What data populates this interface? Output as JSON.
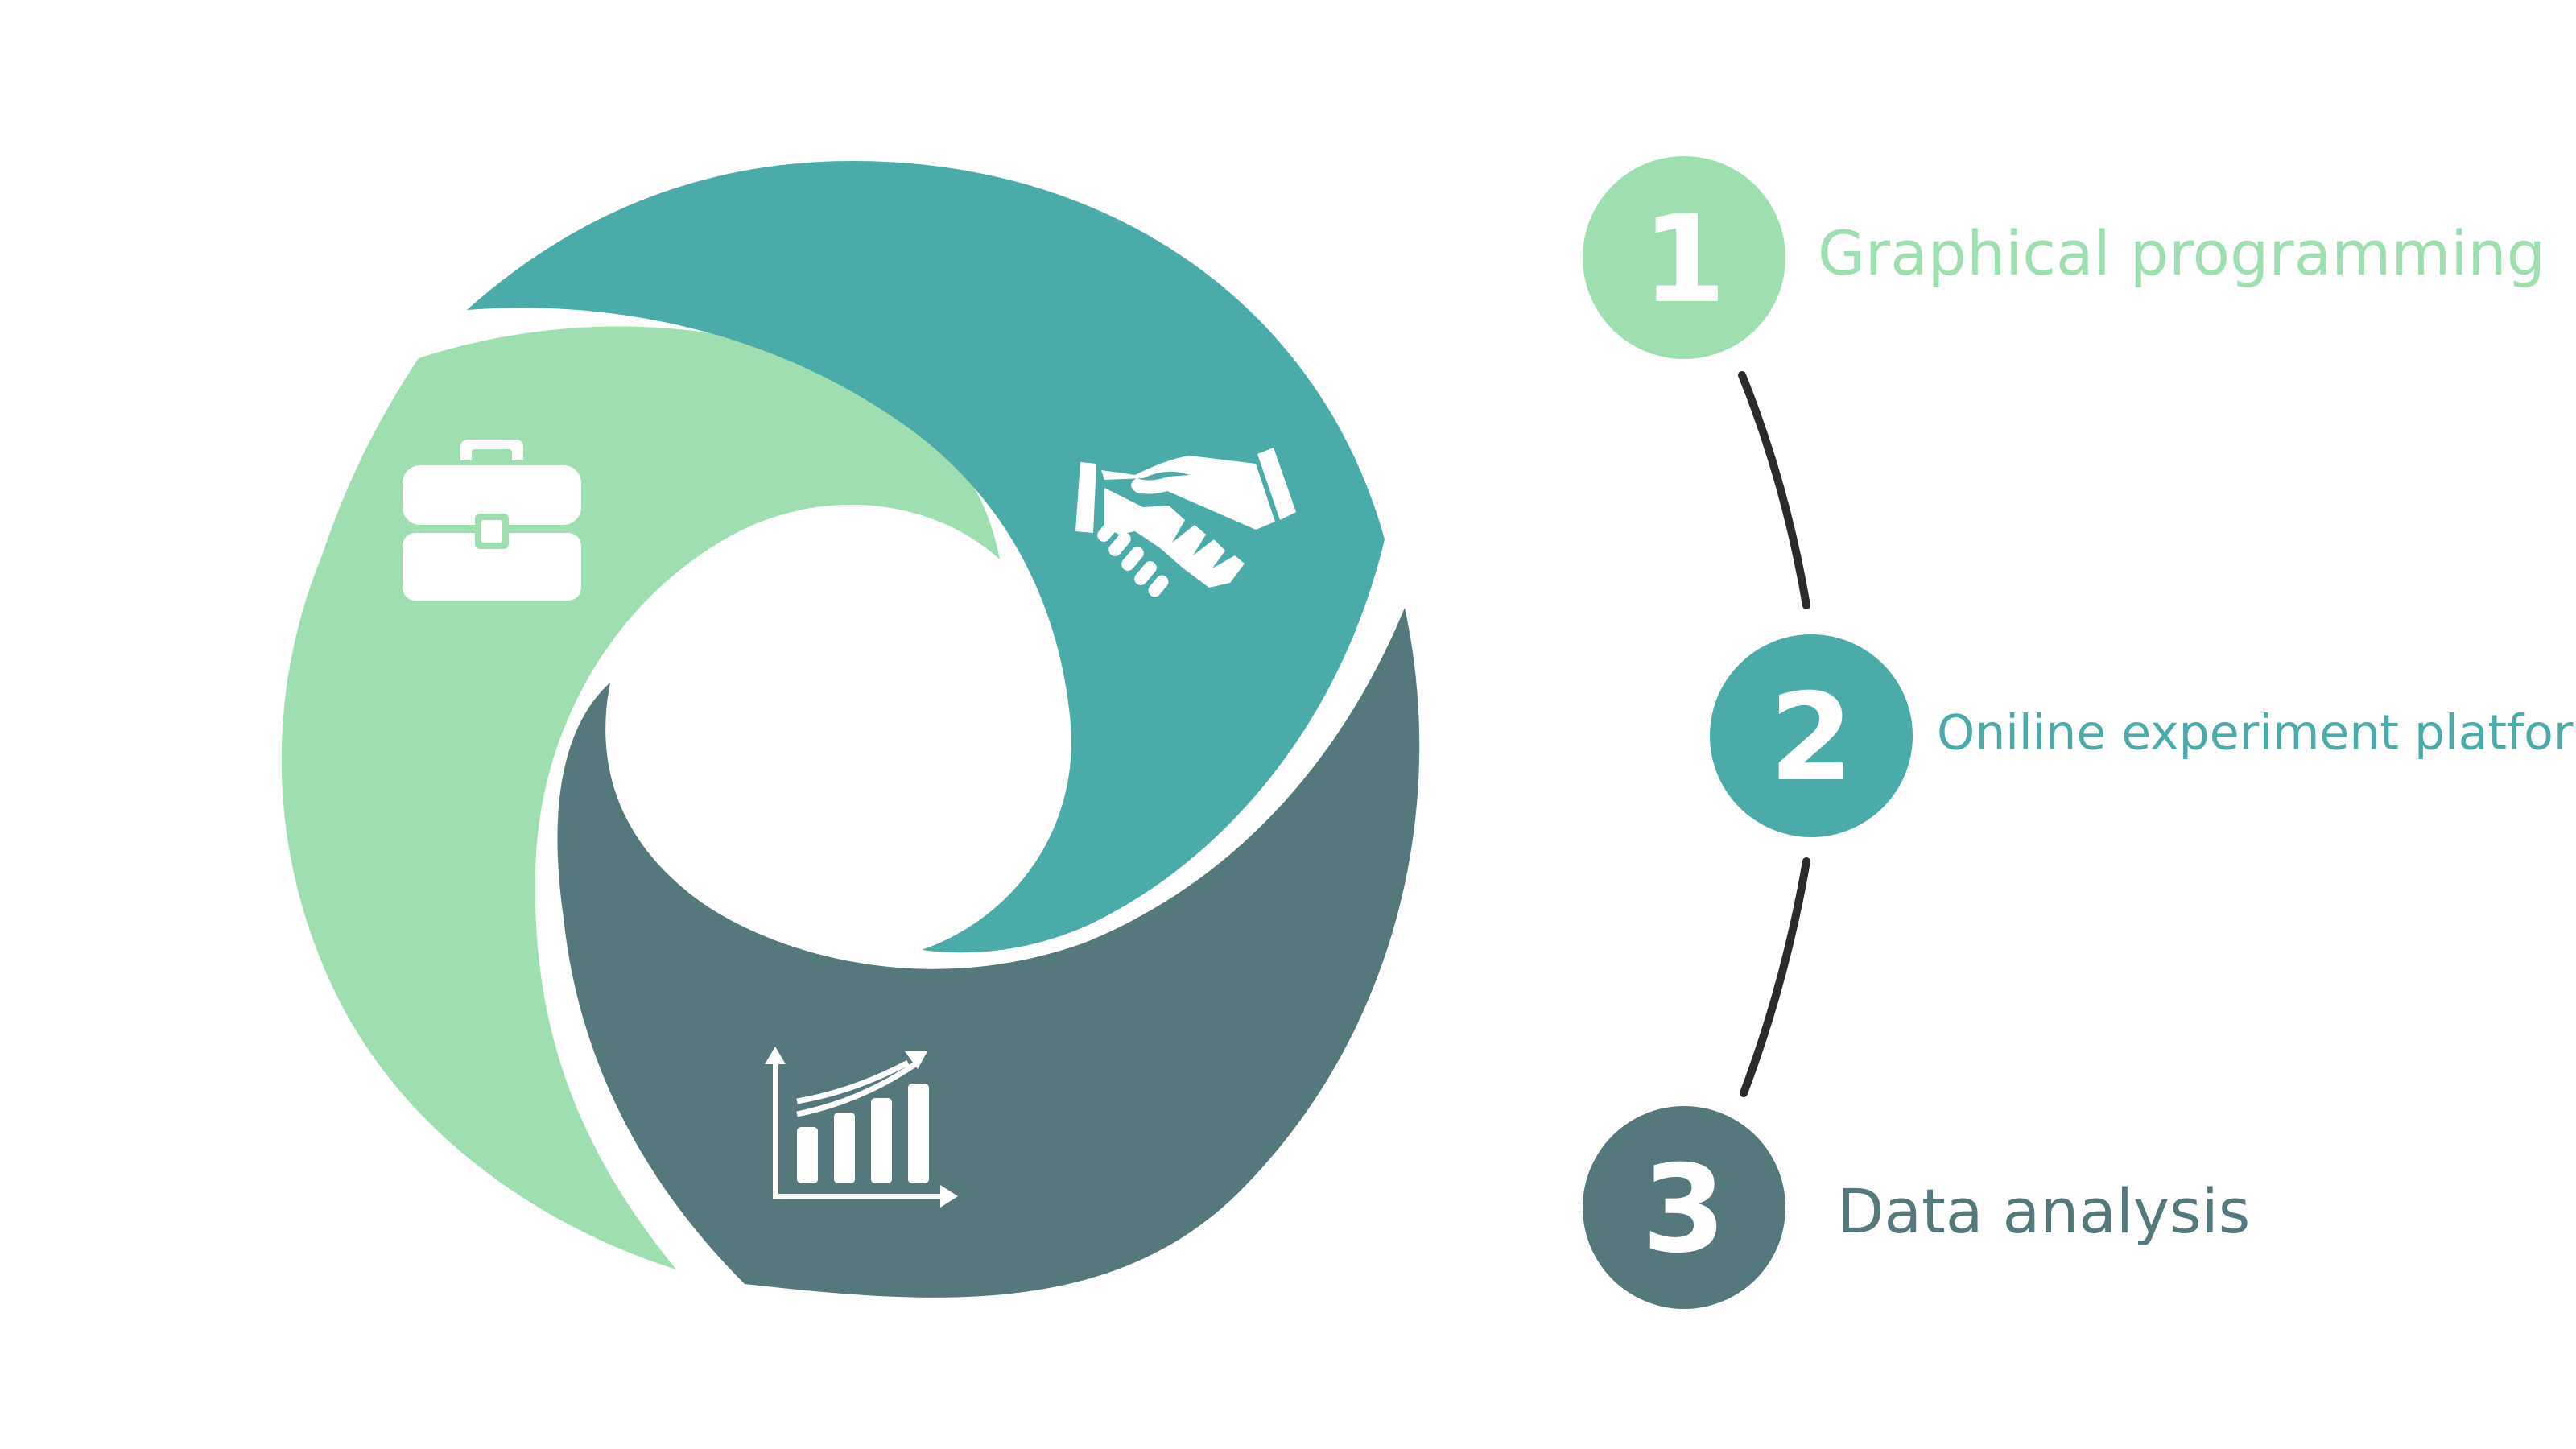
{
  "colors": {
    "light_green": "#9fdeb0",
    "teal": "#4aaba8",
    "slate": "#55787c",
    "connector": "#2b2b2b",
    "icon": "#ffffff"
  },
  "segments": [
    {
      "color_key": "light_green",
      "icon": "briefcase-icon"
    },
    {
      "color_key": "teal",
      "icon": "handshake-icon"
    },
    {
      "color_key": "slate",
      "icon": "bar-chart-icon"
    }
  ],
  "steps": [
    {
      "number": "1",
      "label": "Graphical programming",
      "color": "#9fdeb0"
    },
    {
      "number": "2",
      "label": "Oniline experiment platform",
      "color": "#4aaba8"
    },
    {
      "number": "3",
      "label": "Data analysis",
      "color": "#55787c"
    }
  ]
}
